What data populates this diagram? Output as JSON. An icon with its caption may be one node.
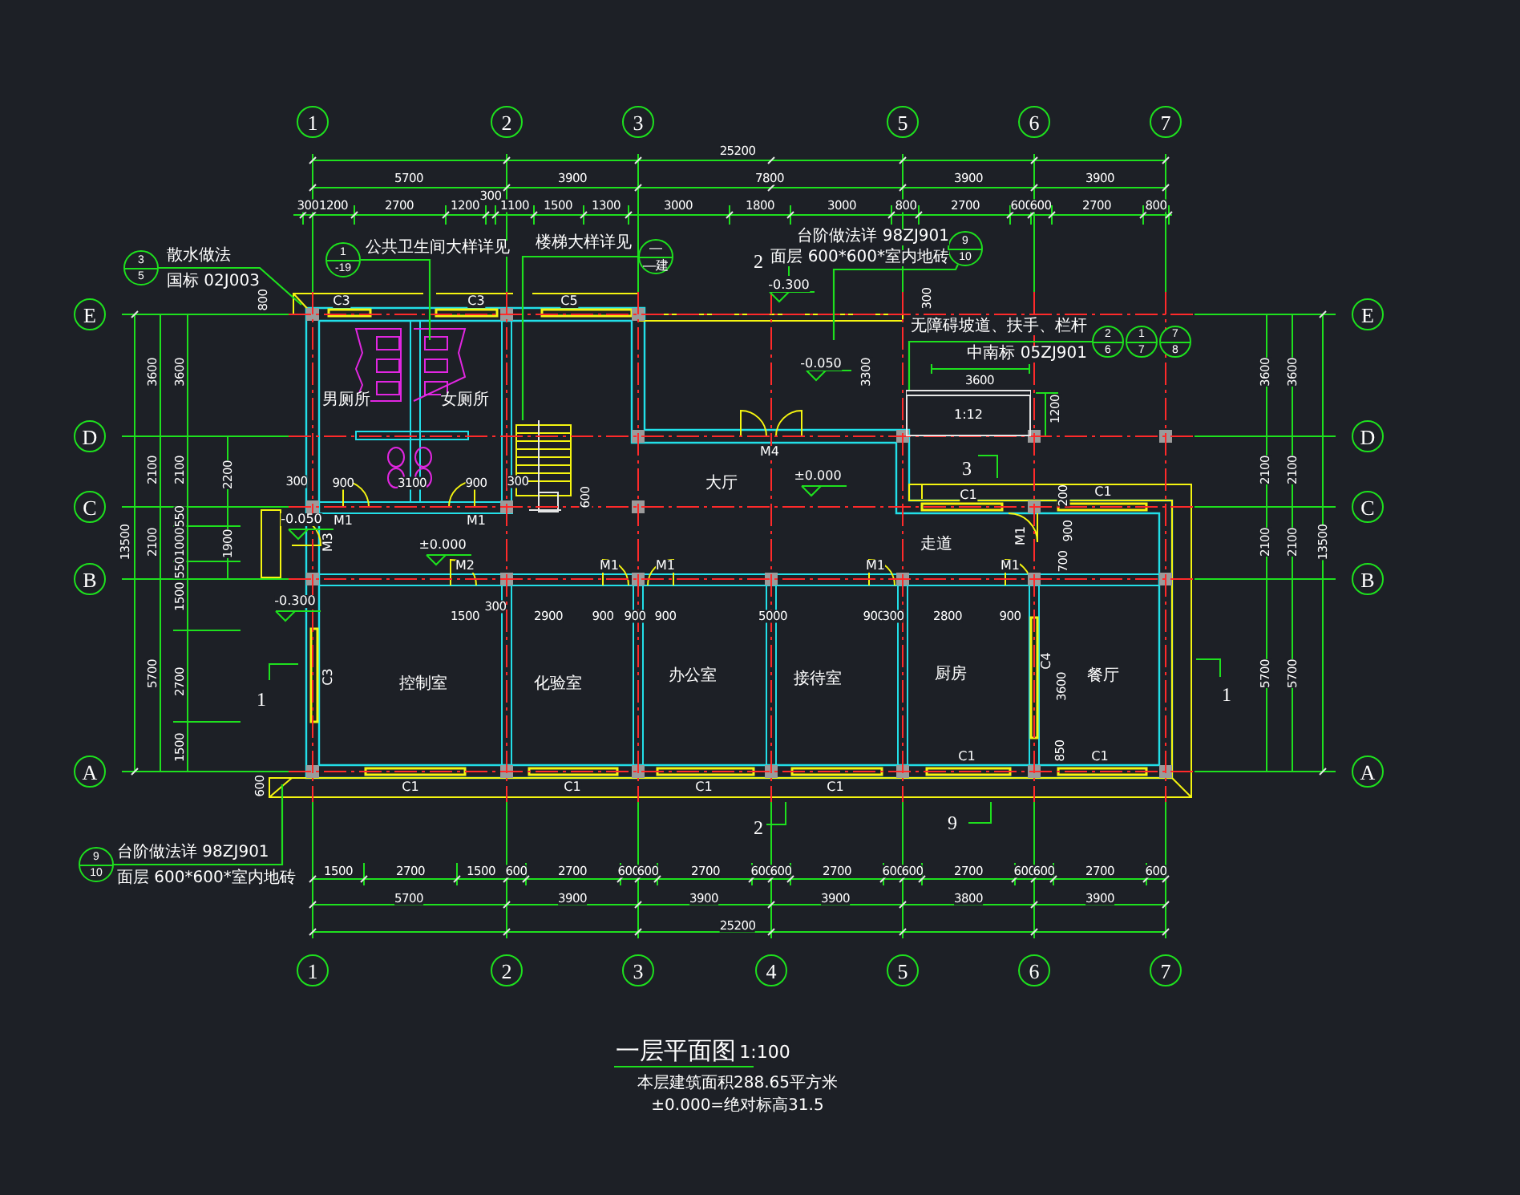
{
  "diagram": {
    "title": "一层平面图",
    "nodes": [
      {
        "text": [
          "1"
        ]
      },
      {
        "text": [
          "2"
        ]
      },
      {
        "text": [
          "3"
        ]
      },
      {
        "text": [
          "5"
        ]
      },
      {
        "text": [
          "6"
        ]
      },
      {
        "text": [
          "7"
        ]
      },
      {
        "text": [
          "1"
        ]
      },
      {
        "text": [
          "2"
        ]
      },
      {
        "text": [
          "3"
        ]
      },
      {
        "text": [
          "4"
        ]
      },
      {
        "text": [
          "5"
        ]
      },
      {
        "text": [
          "6"
        ]
      },
      {
        "text": [
          "7"
        ]
      },
      {
        "text": [
          "E"
        ]
      },
      {
        "text": [
          "D"
        ]
      },
      {
        "text": [
          "C"
        ]
      },
      {
        "text": [
          "B"
        ]
      },
      {
        "text": [
          "A"
        ]
      },
      {
        "text": [
          "E"
        ]
      },
      {
        "text": [
          "D"
        ]
      },
      {
        "text": [
          "C"
        ]
      },
      {
        "text": [
          "B"
        ]
      },
      {
        "text": [
          "A"
        ]
      },
      {
        "text": [
          "3",
          "5"
        ],
        "beside": [
          "散水做法",
          "国标 02J003"
        ]
      },
      {
        "text": [
          "1",
          "-19"
        ],
        "beside": [
          "公共卫生间大样详见"
        ]
      },
      {
        "text": [
          "—",
          "—建"
        ],
        "beside": [
          "楼梯大样详见"
        ]
      },
      {
        "text": [
          "9",
          "10"
        ],
        "beside": [
          "台阶做法详 98ZJ901",
          "面层 600*600*室内地砖"
        ]
      },
      {
        "text": [
          "2",
          "6"
        ],
        "beside": [
          "无障碍坡道、扶手、栏杆",
          "中南标 05ZJ901"
        ]
      },
      {
        "text": [
          "1",
          "7"
        ]
      },
      {
        "text": [
          "7",
          "8"
        ]
      },
      {
        "text": [
          "9",
          "10"
        ],
        "beside": [
          "台阶做法详 98ZJ901",
          "面层 600*600*室内地砖"
        ]
      },
      {
        "text": [
          "1:12"
        ]
      }
    ],
    "edges": [
      {
        "from": 23,
        "to": null,
        "arrow": "none"
      },
      {
        "from": 24,
        "to": null,
        "arrow": "none"
      },
      {
        "from": 25,
        "to": null,
        "arrow": "none"
      },
      {
        "from": 26,
        "to": null,
        "arrow": "none"
      },
      {
        "from": 27,
        "to": 31,
        "arrow": "none"
      },
      {
        "from": 30,
        "to": null,
        "arrow": "none"
      }
    ],
    "labels": [
      "25200",
      "5700",
      "3900",
      "7800",
      "3900",
      "3900",
      "300",
      "1200",
      "2700",
      "1200",
      "300",
      "1100",
      "1500",
      "1300",
      "3000",
      "1800",
      "3000",
      "800",
      "2700",
      "600",
      "600",
      "2700",
      "800",
      "C3",
      "C3",
      "C5",
      "800",
      "-0.300",
      "2",
      "300",
      "3300",
      "-0.050",
      "3600",
      "1200",
      "3600",
      "3600",
      "3600",
      "3600",
      "男厕所",
      "女厕所",
      "M4",
      "3",
      "2100",
      "2100",
      "2200",
      "2100",
      "2100",
      "300",
      "900",
      "3100",
      "900",
      "300",
      "600",
      "大厅",
      "±0.000",
      "C1",
      "200",
      "C1",
      "-0.050",
      "M1",
      "M1",
      "13500",
      "2100",
      "550",
      "1000",
      "550",
      "1900",
      "M3",
      "±0.000",
      "走道",
      "M1",
      "900",
      "700",
      "2100",
      "2100",
      "13500",
      "M2",
      "M1",
      "M1",
      "M1",
      "M1",
      "-0.300",
      "1500",
      "1500",
      "300",
      "2900",
      "900",
      "900",
      "900",
      "5000",
      "900",
      "300",
      "2800",
      "900",
      "C3",
      "控制室",
      "化验室",
      "办公室",
      "接待室",
      "厨房",
      "C4",
      "3600",
      "餐厅",
      "1",
      "1",
      "5700",
      "2700",
      "1500",
      "5700",
      "5700",
      "850",
      "C1",
      "C1",
      "C1",
      "C1",
      "C1",
      "C1",
      "600",
      "2",
      "9",
      "1500",
      "2700",
      "1500",
      "600",
      "2700",
      "600",
      "600",
      "2700",
      "600",
      "600",
      "2700",
      "600",
      "600",
      "2700",
      "600",
      "600",
      "2700",
      "600",
      "5700",
      "3900",
      "3900",
      "3900",
      "3800",
      "3900",
      "25200",
      "1:100",
      "本层建筑面积288.65平方米",
      "±0.000=绝对标高31.5"
    ]
  }
}
